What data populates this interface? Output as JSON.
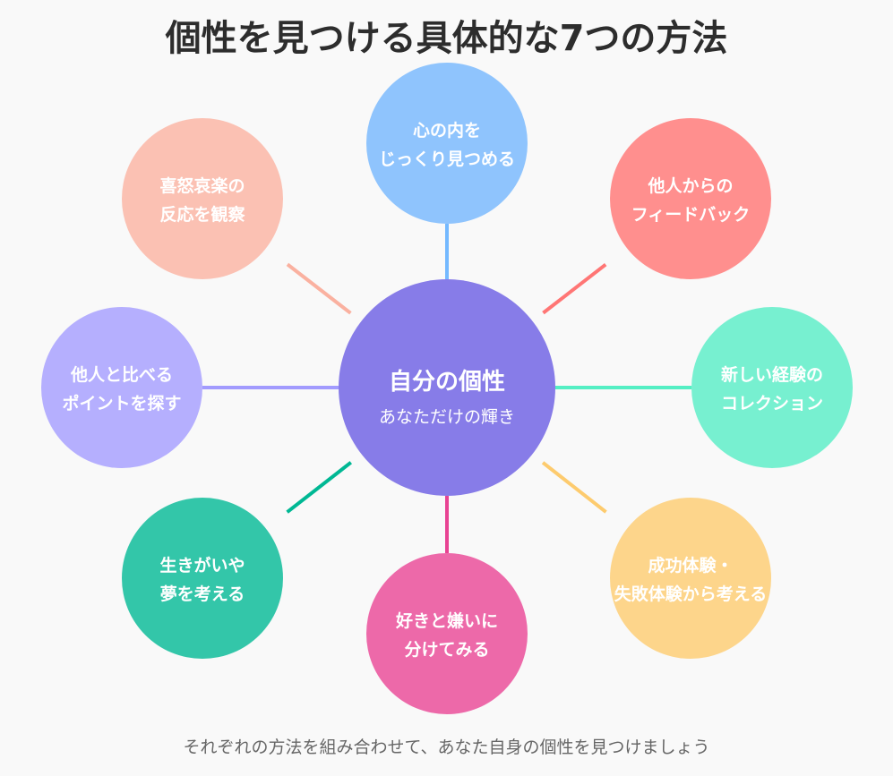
{
  "title": "個性を見つける具体的な7つの方法",
  "center": {
    "title": "自分の個性",
    "subtitle": "あなただけの輝き",
    "color": "#877ce8"
  },
  "nodes": [
    {
      "id": "top",
      "lines": [
        "心の内を",
        "じっくり見つめる"
      ],
      "color": "#8fc4fd",
      "line_color": "#74b9ff"
    },
    {
      "id": "top-right",
      "lines": [
        "他人からの",
        "フィードバック"
      ],
      "color": "#ff8f8e",
      "line_color": "#ff7675"
    },
    {
      "id": "right",
      "lines": [
        "新しい経験の",
        "コレクション"
      ],
      "color": "#77f0d0",
      "line_color": "#55efc4"
    },
    {
      "id": "bottom-right",
      "lines": [
        "成功体験・",
        "失敗体験から考える"
      ],
      "color": "#fdd58b",
      "line_color": "#fdcb6e"
    },
    {
      "id": "bottom",
      "lines": [
        "好きと嫌いに",
        "分けてみる"
      ],
      "color": "#ed69a9",
      "line_color": "#e84393"
    },
    {
      "id": "bottom-left",
      "lines": [
        "生きがいや",
        "夢を考える"
      ],
      "color": "#33c6a9",
      "line_color": "#00b894"
    },
    {
      "id": "left",
      "lines": [
        "他人と比べる",
        "ポイントを探す"
      ],
      "color": "#b5affe",
      "line_color": "#a29bfe"
    },
    {
      "id": "top-left",
      "lines": [
        "喜怒哀楽の",
        "反応を観察"
      ],
      "color": "#fbc1b3",
      "line_color": "#fab1a0"
    }
  ],
  "footer": "それぞれの方法を組み合わせて、あなた自身の個性を見つけましょう"
}
